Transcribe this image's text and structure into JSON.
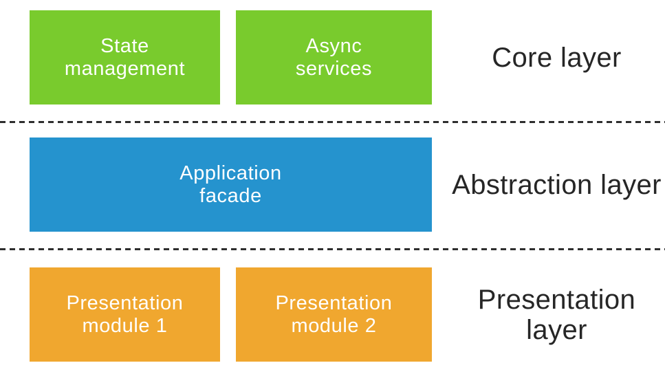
{
  "colors": {
    "background": "#ffffff",
    "core_box": "#79cb2d",
    "abstraction_box": "#2593ce",
    "presentation_box": "#f0a72f",
    "box_text": "#ffffff",
    "label_text": "#262626",
    "divider": "#2e2e2e"
  },
  "layers": [
    {
      "label": "Core layer",
      "boxes": [
        {
          "line1": "State",
          "line2": "management"
        },
        {
          "line1": "Async",
          "line2": "services"
        }
      ]
    },
    {
      "label": "Abstraction layer",
      "boxes": [
        {
          "line1": "Application",
          "line2": "facade"
        }
      ]
    },
    {
      "label": "Presentation layer",
      "boxes": [
        {
          "line1": "Presentation",
          "line2": "module 1"
        },
        {
          "line1": "Presentation",
          "line2": "module 2"
        }
      ]
    }
  ]
}
